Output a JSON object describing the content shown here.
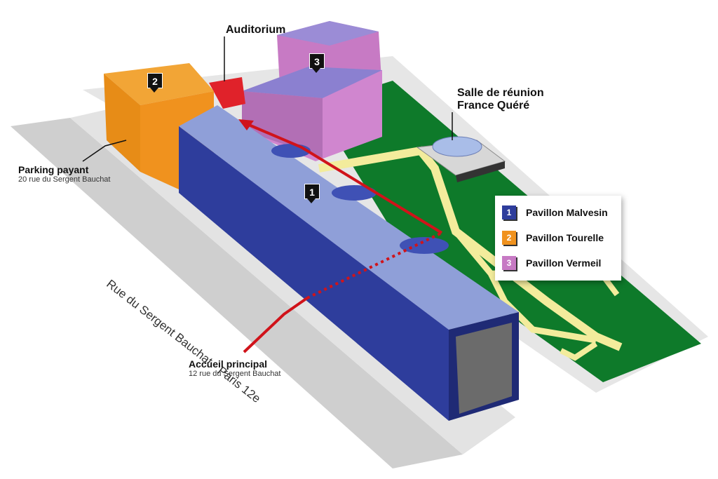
{
  "title_labels": {
    "auditorium": "Auditorium",
    "salle_line1": "Salle de réunion",
    "salle_line2": "France Quéré",
    "parking_title": "Parking payant",
    "parking_address": "20 rue du Sergent Bauchat",
    "accueil_title": "Accueil principal",
    "accueil_address": "12 rue du Sergent Bauchat",
    "street": "Rue du Sergent Bauchat - Paris 12e"
  },
  "markers": [
    {
      "num": "1",
      "building": "Pavillon Malvesin"
    },
    {
      "num": "2",
      "building": "Pavillon Tourelle"
    },
    {
      "num": "3",
      "building": "Pavillon Vermeil"
    }
  ],
  "legend": [
    {
      "num": "1",
      "label": "Pavillon Malvesin",
      "color": "#2e3d9c"
    },
    {
      "num": "2",
      "label": "Pavillon Tourelle",
      "color": "#f0921e"
    },
    {
      "num": "3",
      "label": "Pavillon Vermeil",
      "color": "#c77ac4"
    }
  ],
  "colors": {
    "route": "#d0131a",
    "garden": "#0e7a2a",
    "path": "#f3ec9c",
    "auditorium": "#e0222a",
    "ground": "#dcdcdc",
    "street": "#c8c8c8"
  }
}
